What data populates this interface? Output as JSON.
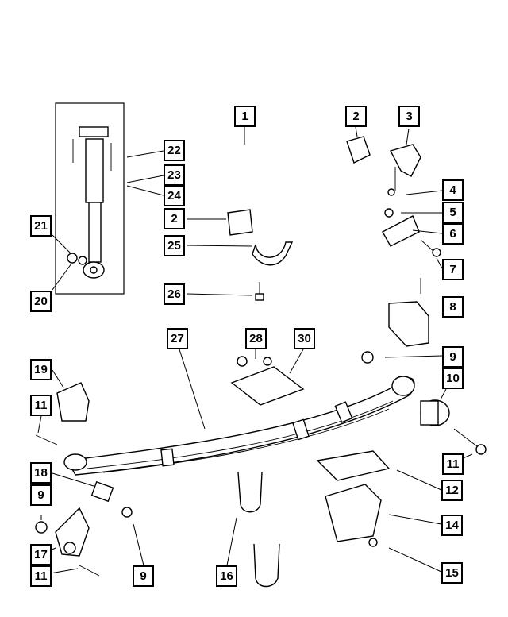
{
  "callouts": [
    {
      "id": "c1",
      "label": "1"
    },
    {
      "id": "c2a",
      "label": "2"
    },
    {
      "id": "c3",
      "label": "3"
    },
    {
      "id": "c4",
      "label": "4"
    },
    {
      "id": "c5",
      "label": "5"
    },
    {
      "id": "c6",
      "label": "6"
    },
    {
      "id": "c7",
      "label": "7"
    },
    {
      "id": "c8",
      "label": "8"
    },
    {
      "id": "c9a",
      "label": "9"
    },
    {
      "id": "c10",
      "label": "10"
    },
    {
      "id": "c11a",
      "label": "11"
    },
    {
      "id": "c12",
      "label": "12"
    },
    {
      "id": "c14",
      "label": "14"
    },
    {
      "id": "c15",
      "label": "15"
    },
    {
      "id": "c16",
      "label": "16"
    },
    {
      "id": "c9b",
      "label": "9"
    },
    {
      "id": "c11b",
      "label": "11"
    },
    {
      "id": "c17",
      "label": "17"
    },
    {
      "id": "c9c",
      "label": "9"
    },
    {
      "id": "c18",
      "label": "18"
    },
    {
      "id": "c11c",
      "label": "11"
    },
    {
      "id": "c19",
      "label": "19"
    },
    {
      "id": "c20",
      "label": "20"
    },
    {
      "id": "c21",
      "label": "21"
    },
    {
      "id": "c22",
      "label": "22"
    },
    {
      "id": "c23",
      "label": "23"
    },
    {
      "id": "c24",
      "label": "24"
    },
    {
      "id": "c2b",
      "label": "2"
    },
    {
      "id": "c25",
      "label": "25"
    },
    {
      "id": "c26",
      "label": "26"
    },
    {
      "id": "c27",
      "label": "27"
    },
    {
      "id": "c28",
      "label": "28"
    },
    {
      "id": "c30",
      "label": "30"
    }
  ]
}
